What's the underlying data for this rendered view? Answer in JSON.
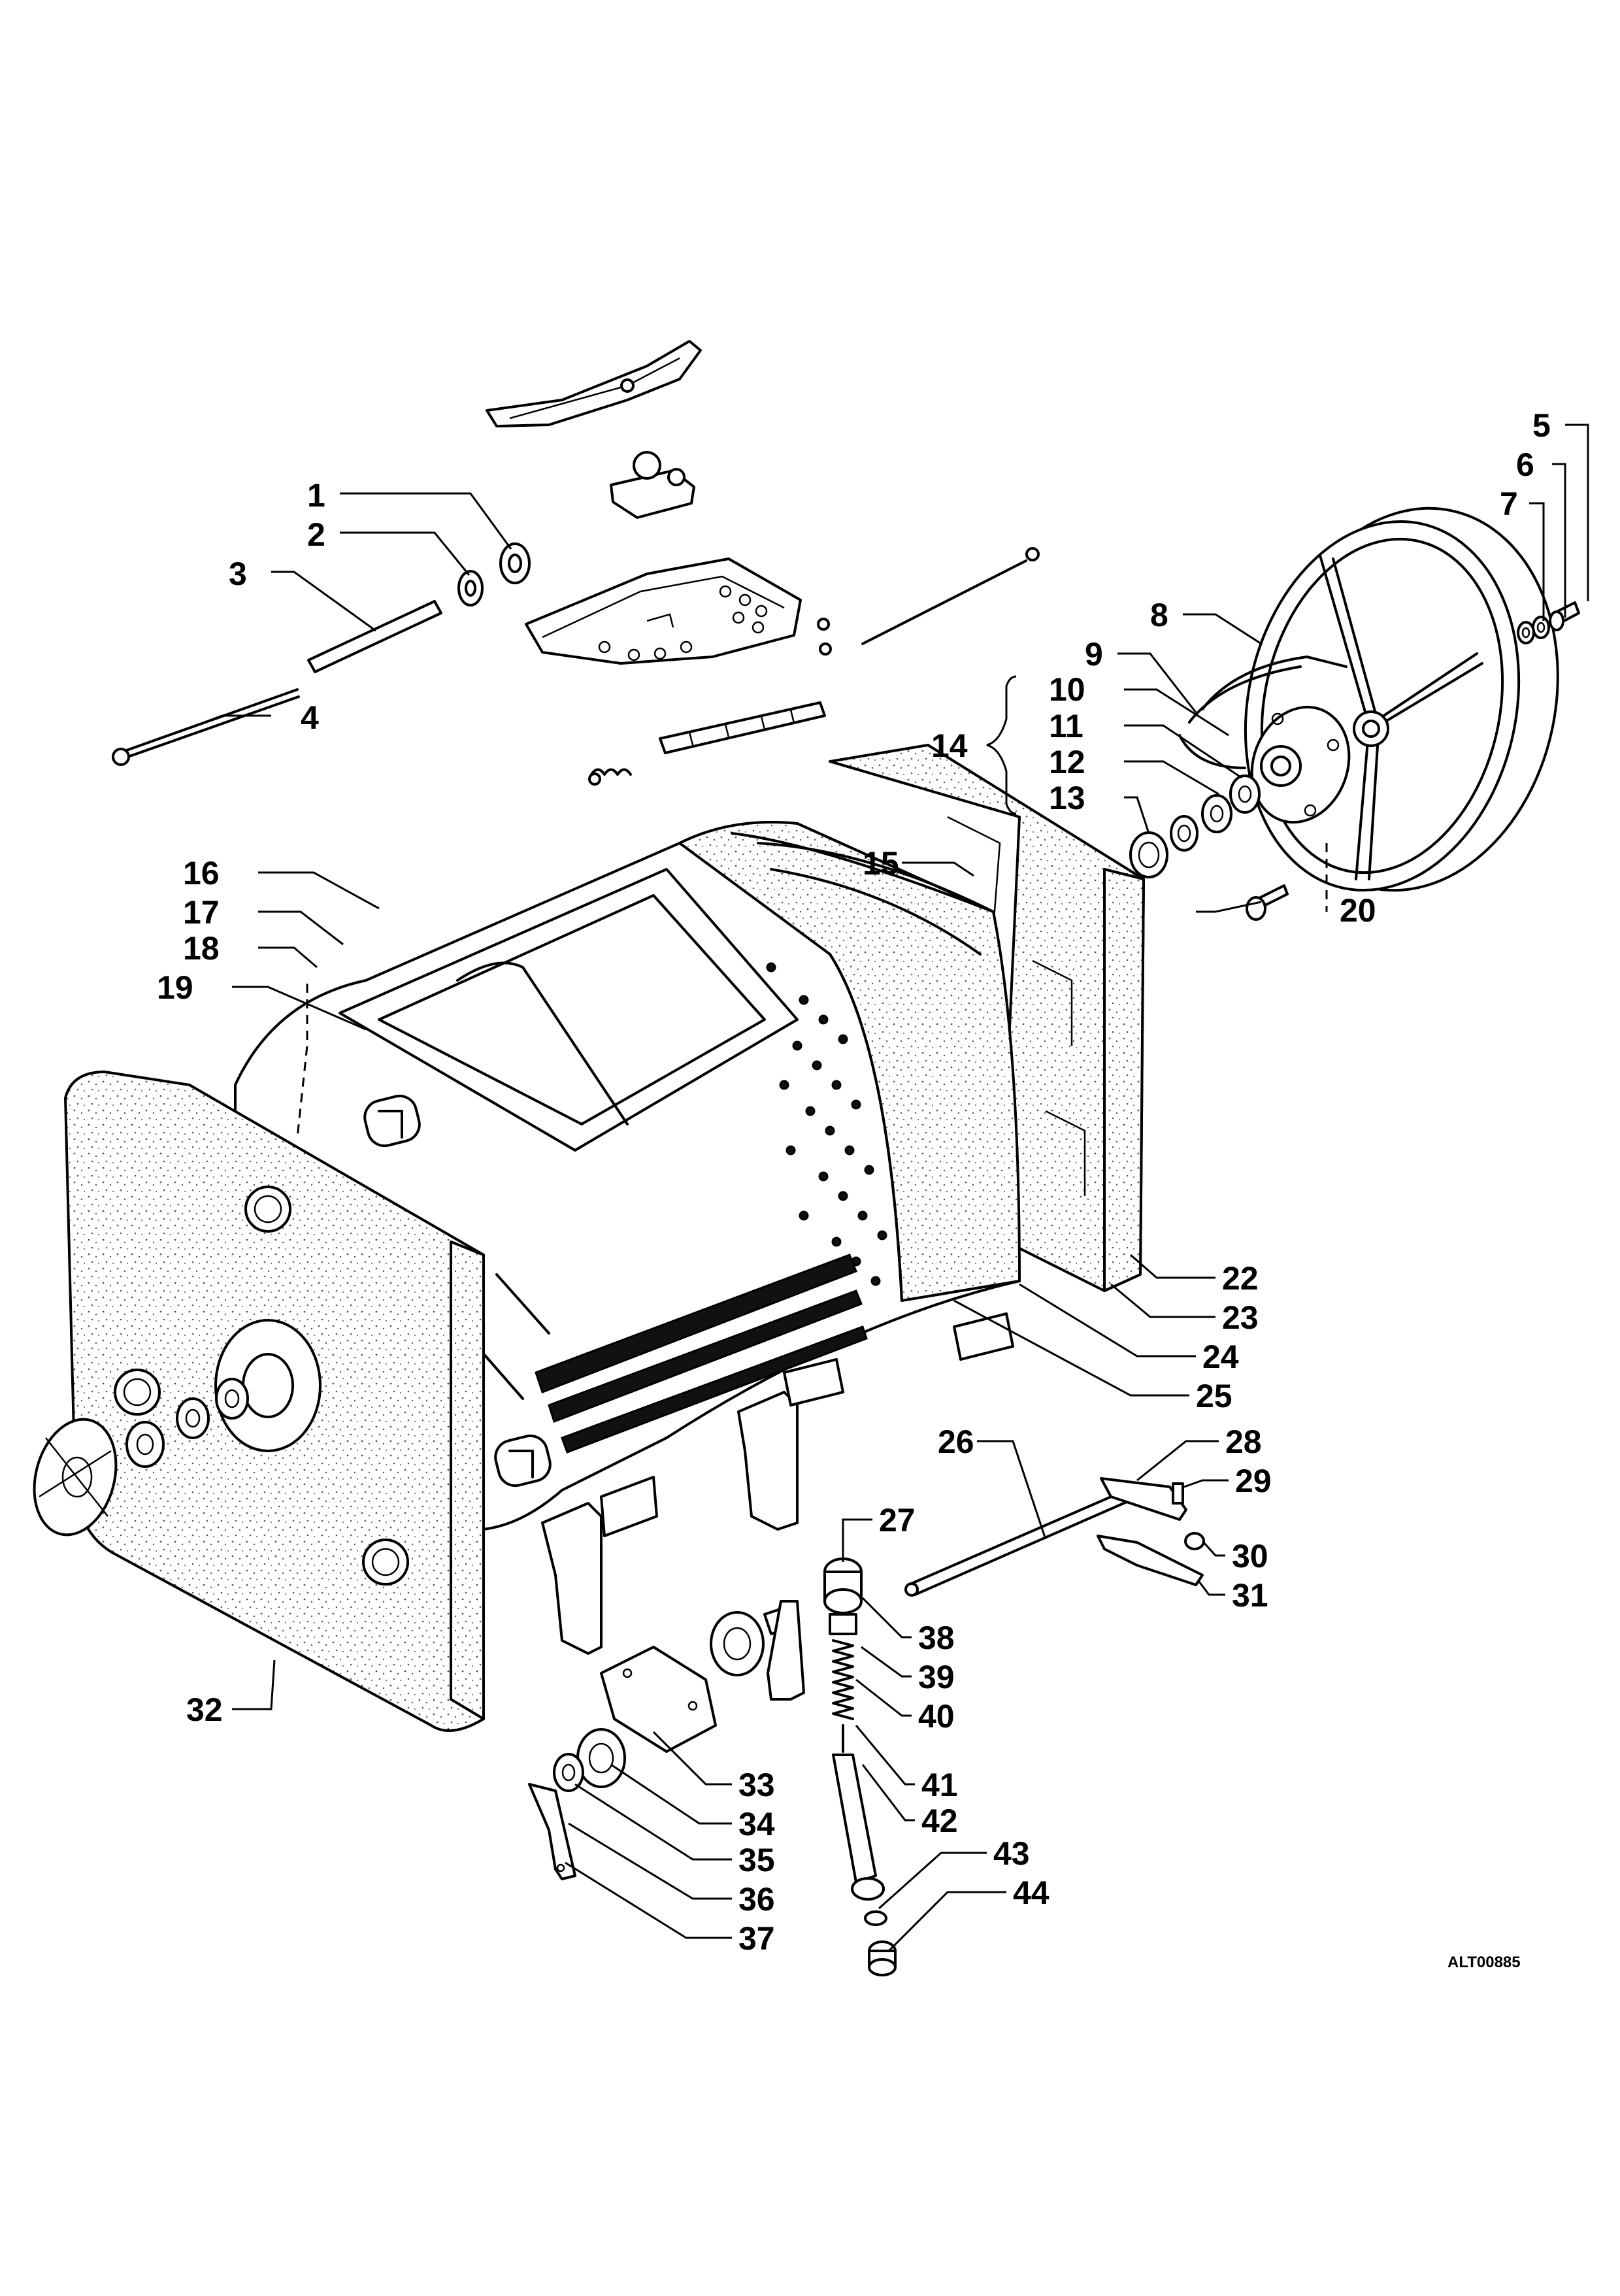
{
  "diagram": {
    "drawing_code": "ALT00885",
    "part_labels": [
      "1",
      "2",
      "3",
      "4",
      "5",
      "6",
      "7",
      "8",
      "9",
      "10",
      "11",
      "12",
      "13",
      "14",
      "15",
      "16",
      "17",
      "18",
      "19",
      "20",
      "22",
      "23",
      "24",
      "25",
      "26",
      "27",
      "28",
      "29",
      "30",
      "31",
      "32",
      "33",
      "34",
      "35",
      "36",
      "37",
      "38",
      "39",
      "40",
      "41",
      "42",
      "43",
      "44"
    ]
  }
}
